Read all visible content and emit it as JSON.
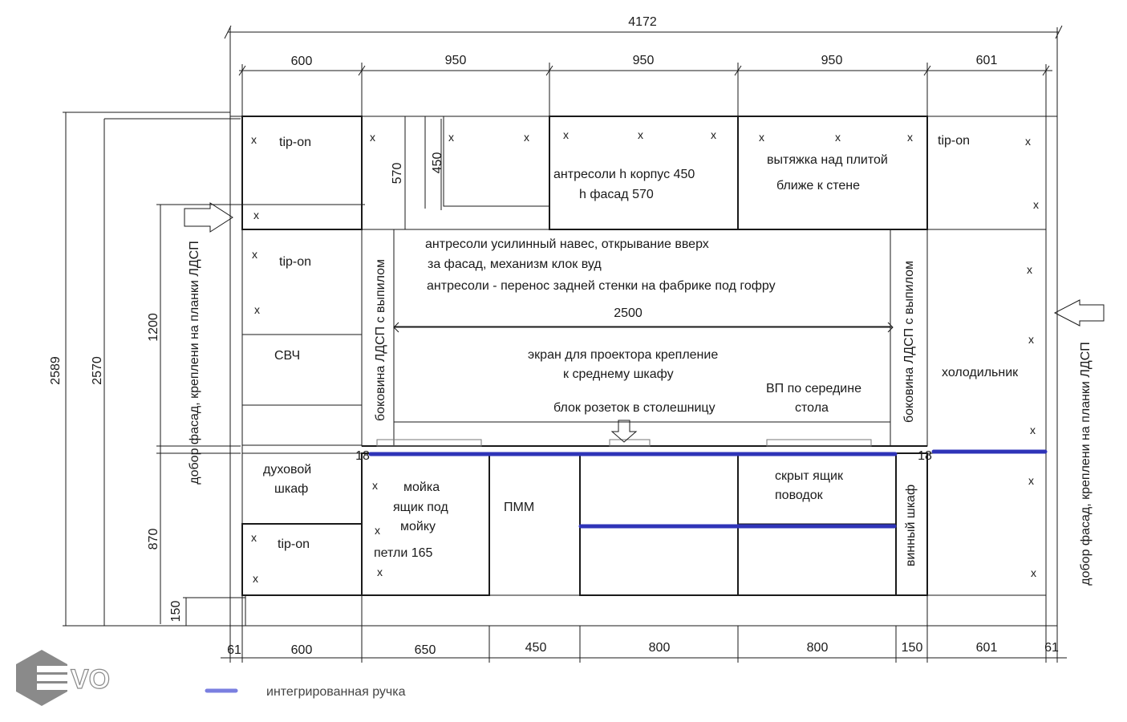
{
  "dimensions": {
    "total_width": "4172",
    "top_cols": [
      "600",
      "950",
      "950",
      "950",
      "601"
    ],
    "bottom_cols": [
      "61",
      "600",
      "650",
      "450",
      "800",
      "800",
      "150",
      "601",
      "61"
    ],
    "heights": {
      "h2589": "2589",
      "h2570": "2570",
      "h1200": "1200",
      "h870": "870",
      "h150": "150"
    },
    "upper_facade": {
      "h570": "570",
      "h450": "450"
    },
    "gap_18_left": "18",
    "gap_18_right": "18",
    "shelf_2500": "2500"
  },
  "labels": {
    "tipon_1": "tip-on",
    "tipon_2": "tip-on",
    "tipon_3": "tip-on",
    "tipon_4": "tip-on",
    "mezz_1": "антресоли h корпус 450",
    "mezz_2": "h фасад 570",
    "hood_1": "вытяжка над плитой",
    "hood_2": "ближе к стене",
    "svch": "СВЧ",
    "oven_1": "духовой",
    "oven_2": "шкаф",
    "sink_1": "мойка",
    "sink_2": "ящик под",
    "sink_3": "мойку",
    "hinges": "петли  165",
    "pmm": "ПММ",
    "drawer_1": "скрыт ящик",
    "drawer_2": "поводок",
    "wine": "винный шкаф",
    "fridge": "холодильник",
    "side_left": "боковина ЛДСП с выпилом",
    "side_right": "боковина ЛДСП с выпилом",
    "dobor_left": "добор фасад, креплени на планки ЛДСП",
    "dobor_right": "добор фасад, креплени на планки ЛДСП",
    "note_1": "антресоли  усилинный навес, открывание вверх",
    "note_2": "за фасад, механизм клок вуд",
    "note_3": "антресоли - перенос задней стенки на фабрике под гофру",
    "screen_1": "экран для проектора крепление",
    "screen_2": "к  среднему шкафу",
    "vp_1": "ВП по середине",
    "vp_2": "стола",
    "sockets": "блок розеток в столешницу",
    "mark": "x"
  },
  "legend": {
    "handle_label": "интегрированная ручка",
    "handle_color": "#2f34b8"
  },
  "logo": {
    "text": "VO"
  }
}
